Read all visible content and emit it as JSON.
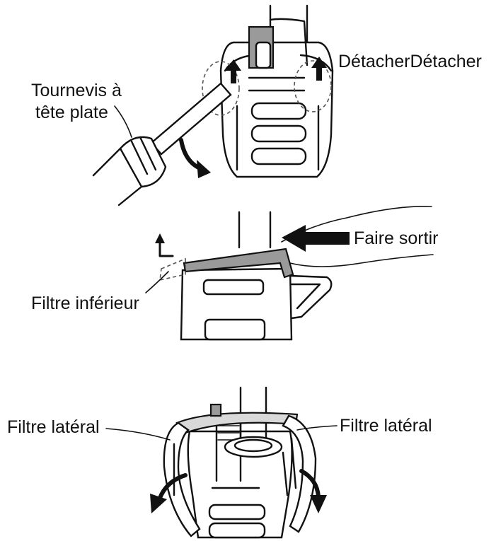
{
  "labels": {
    "detacher": "DétacherDétacher",
    "screwdriver_line1": "Tournevis à",
    "screwdriver_line2": "tête plate",
    "push_out": "Faire sortir",
    "lower_filter": "Filtre inférieur",
    "side_filter_left": "Filtre latéral",
    "side_filter_right": "Filtre latéral"
  },
  "colors": {
    "line": "#111111",
    "part_fill": "#9a9a9a",
    "light_fill": "#d9d9d9",
    "background": "#ffffff"
  },
  "icons": [
    "up-arrow-icon",
    "curved-arrow-icon",
    "push-arrow-icon",
    "corner-arrow-icon"
  ]
}
